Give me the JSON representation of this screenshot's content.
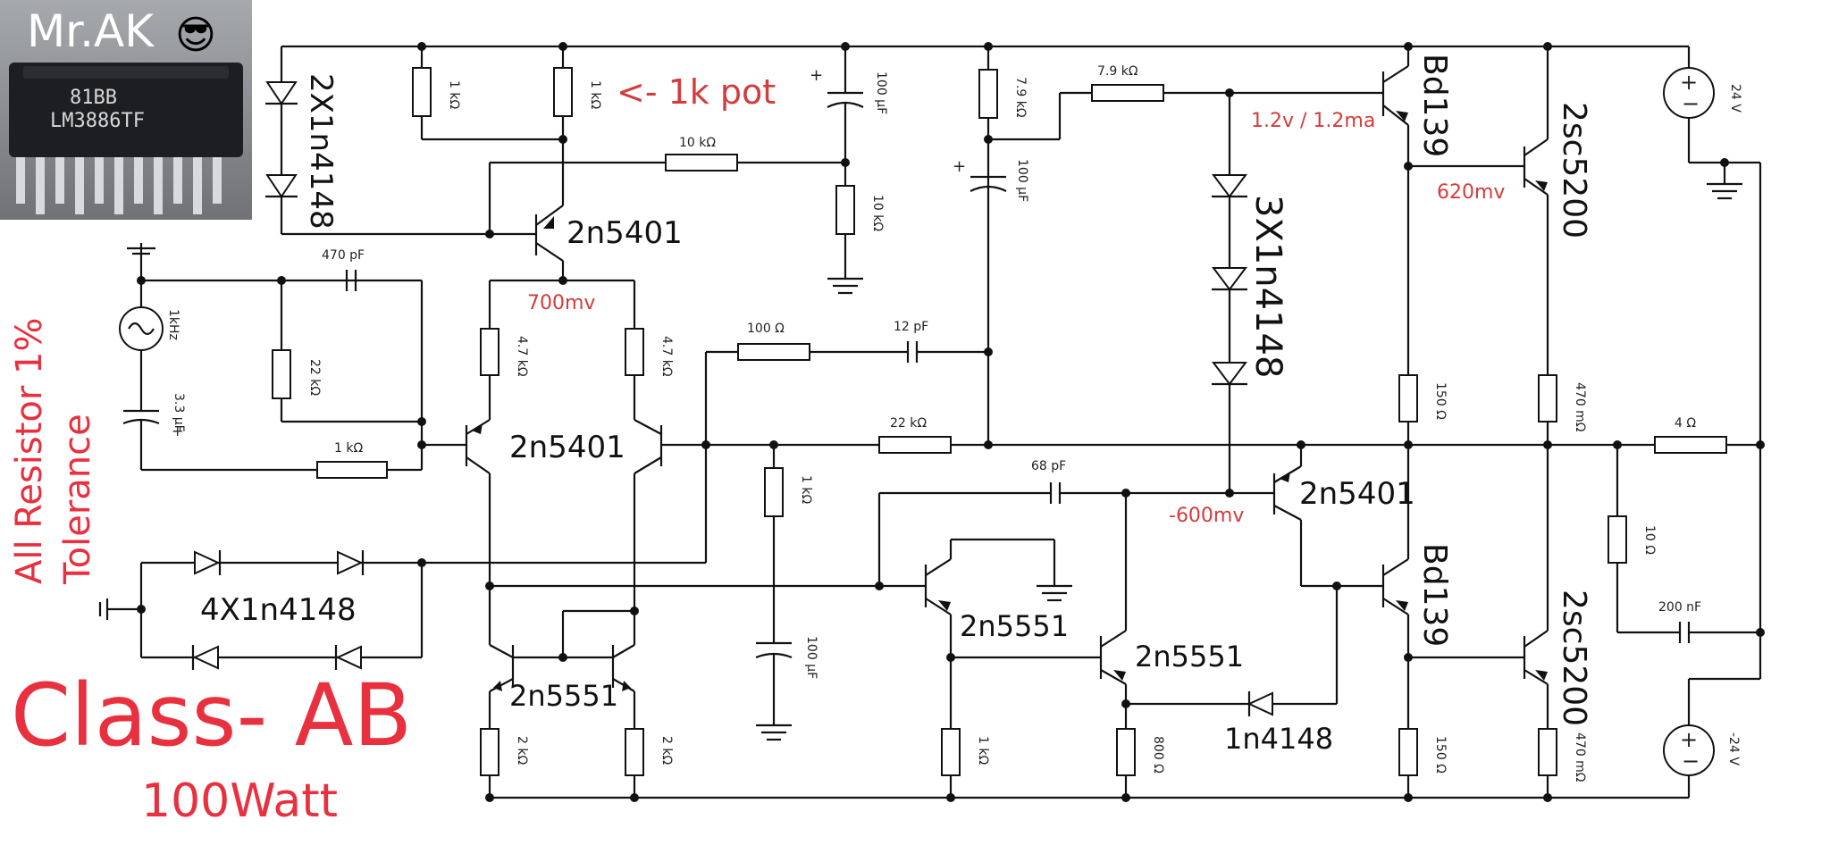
{
  "badge": {
    "author": "Mr.AK",
    "emoji": "😎",
    "chip_line1": "81BB",
    "chip_line2": "LM3886TF"
  },
  "title": {
    "main": "Class- AB",
    "sub": "100Watt"
  },
  "note": {
    "line1": "All Resistor 1%",
    "line2": "Tolerance"
  },
  "annotations": {
    "pot": "<- 1k pot",
    "v700": "700mv",
    "v12": "1.2v / 1.2ma",
    "v620": "620mv",
    "vneg600": "-600mv"
  },
  "parts": {
    "d_top": "2X1n4148",
    "q_top": "2n5401",
    "q_diff": "2n5401",
    "d_bias3": "3X1n4148",
    "bd_top": "Bd139",
    "sc_top": "2sc5200",
    "q_pnp_right": "2n5401",
    "d_4x": "4X1n4148",
    "q_mirror": "2n5551",
    "q_vas1": "2n5551",
    "q_vas2": "2n5551",
    "d_single": "1n4148",
    "bd_bottom": "Bd139",
    "sc_bottom": "2sc5200"
  },
  "values": {
    "r1k_a": "1 kΩ",
    "r1k_b": "1 kΩ",
    "c100u_a": "100 µF",
    "r10k_h": "10 kΩ",
    "r10k_v": "10 kΩ",
    "r79_v": "7.9 kΩ",
    "r79_h": "7.9 kΩ",
    "c100u_b": "100 µF",
    "c470p": "470 pF",
    "r22k_a": "22 kΩ",
    "src": "1kHz",
    "c33u": "3.3 µF",
    "r1k_in": "1 kΩ",
    "r47k_a": "4.7 kΩ",
    "r47k_b": "4.7 kΩ",
    "r100": "100 Ω",
    "c12p": "12 pF",
    "r22k_fb": "22 kΩ",
    "r1k_c": "1 kΩ",
    "c100u_c": "100 µF",
    "c68p": "68 pF",
    "r150_a": "150 Ω",
    "r470m_a": "470 mΩ",
    "r4": "4 Ω",
    "r10": "10 Ω",
    "c200n": "200 nF",
    "r2k_a": "2 kΩ",
    "r2k_b": "2 kΩ",
    "r1k_d": "1 kΩ",
    "r800": "800 Ω",
    "r150_b": "150 Ω",
    "r470m_b": "470 mΩ",
    "v24": "24 V",
    "vneg24": "-24 V"
  },
  "symbols": {
    "plus": "+",
    "minus": "−"
  }
}
